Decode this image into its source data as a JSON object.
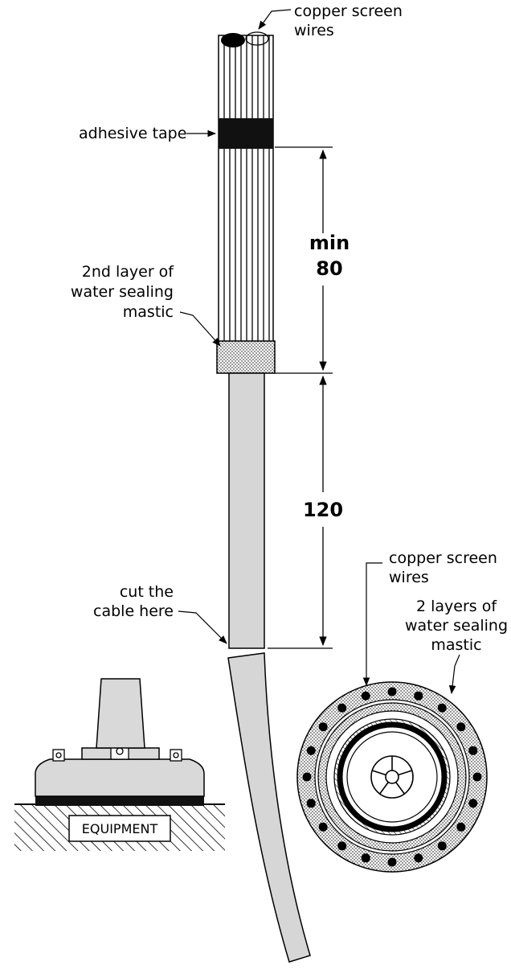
{
  "labels": {
    "copper_screen_wires_top": [
      "copper screen",
      "wires"
    ],
    "adhesive_tape": "adhesive tape",
    "second_layer_mastic": [
      "2nd layer of",
      "water sealing",
      "mastic"
    ],
    "cut_cable": [
      "cut the",
      "cable here"
    ],
    "copper_screen_wires_section": [
      "copper screen",
      "wires"
    ],
    "two_layers_mastic": [
      "2 layers of",
      "water sealing",
      "mastic"
    ],
    "equipment": "EQUIPMENT"
  },
  "dimensions": {
    "upper": [
      "min",
      "80"
    ],
    "lower": "120"
  },
  "colors": {
    "line": "#000000",
    "cable_fill": "#d6d6d6",
    "equipment_fill": "#d9d9d9",
    "background": "#ffffff"
  }
}
